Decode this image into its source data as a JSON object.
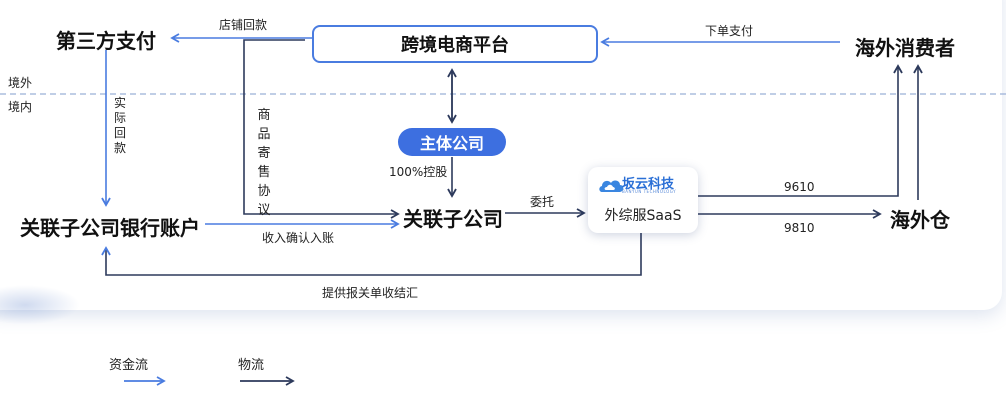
{
  "nodes": {
    "third_party_payment": "第三方支付",
    "platform": "跨境电商平台",
    "overseas_consumer": "海外消费者",
    "main_company": "主体公司",
    "affiliate_bank_account": "关联子公司银行账户",
    "affiliate": "关联子公司",
    "saas_title": "外综服SaaS",
    "saas_brand": "坂云科技",
    "saas_brand_sub": "BANYUN TECHNOLOGY",
    "overseas_warehouse": "海外仓"
  },
  "zones": {
    "outside": "境外",
    "inside": "境内"
  },
  "edges": {
    "store_payment": "店铺回款",
    "order_payment": "下单支付",
    "actual_payment": "实际回款",
    "consignment": "商品寄售协议",
    "holding": "100%控股",
    "entrust": "委托",
    "income": "收入确认入账",
    "code_9610": "9610",
    "code_9810": "9810",
    "customs": "提供报关单收结汇"
  },
  "legend": {
    "capital_flow": "资金流",
    "logistics": "物流",
    "capital_color": "#4a7ce0",
    "logistics_color": "#2d3a5c"
  },
  "colors": {
    "platform_border": "#4a7ce0",
    "pill_bg": "#3d6fe0",
    "divider": "#9bb0d8"
  }
}
